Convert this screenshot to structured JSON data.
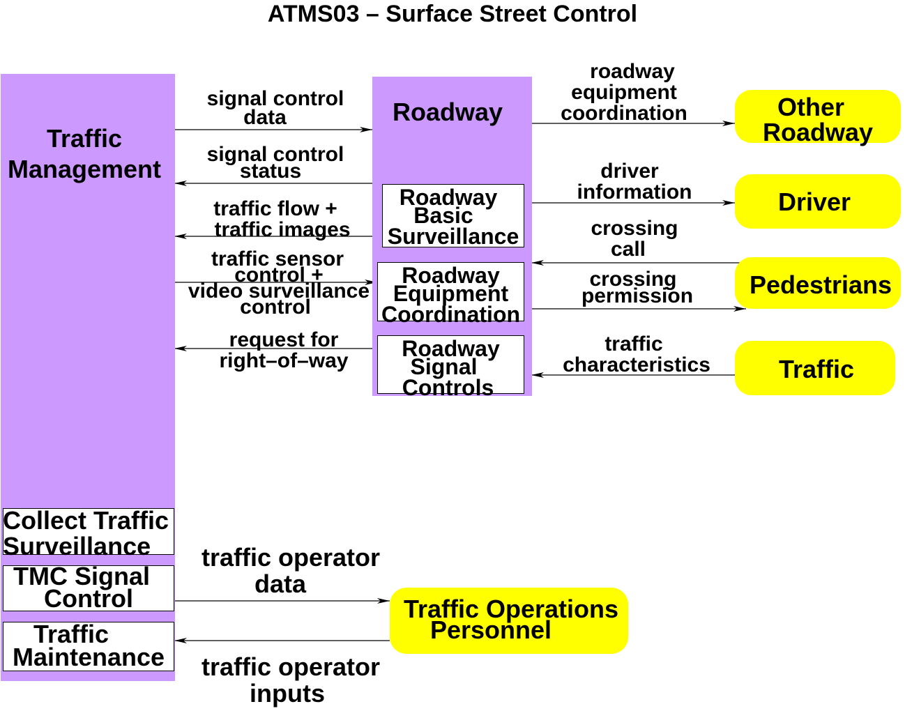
{
  "title": "ATMS03 – Surface Street Control",
  "colors": {
    "subsystem_fill": "#cc99ff",
    "terminator_fill": "#ffff00",
    "process_fill": "#ffffff",
    "line": "#000000"
  },
  "subsystems": {
    "traffic_management": [
      "Traffic",
      "Management"
    ],
    "roadway": "Roadway"
  },
  "processes": {
    "collect_traffic_surveillance": [
      "Collect Traffic",
      "Surveillance"
    ],
    "tmc_signal_control": [
      "TMC Signal",
      "Control"
    ],
    "traffic_maintenance": [
      "Traffic",
      "Maintenance"
    ],
    "roadway_basic_surveillance": [
      "Roadway",
      "Basic",
      "Surveillance"
    ],
    "roadway_equipment_coordination": [
      "Roadway",
      "Equipment",
      "Coordination"
    ],
    "roadway_signal_controls": [
      "Roadway",
      "Signal",
      "Controls"
    ]
  },
  "terminators": {
    "other_roadway": [
      "Other",
      "Roadway"
    ],
    "driver": "Driver",
    "pedestrians": "Pedestrians",
    "traffic": "Traffic",
    "traffic_operations_personnel": [
      "Traffic Operations",
      "Personnel"
    ]
  },
  "flows": {
    "signal_control_data": [
      "signal control",
      "data"
    ],
    "signal_control_status": [
      "signal control",
      "status"
    ],
    "traffic_flow_images": [
      "traffic flow +",
      "traffic images"
    ],
    "traffic_sensor_control": [
      "traffic sensor",
      "control +",
      "video surveillance",
      "control"
    ],
    "request_right_of_way": [
      "request for",
      "right–of–way"
    ],
    "roadway_equipment_coordination": [
      "roadway",
      "equipment",
      "coordination"
    ],
    "driver_information": [
      "driver",
      "information"
    ],
    "crossing_call": [
      "crossing",
      "call"
    ],
    "crossing_permission": [
      "crossing",
      "permission"
    ],
    "traffic_characteristics": [
      "traffic",
      "characteristics"
    ],
    "traffic_operator_data": [
      "traffic operator",
      "data"
    ],
    "traffic_operator_inputs": [
      "traffic operator",
      "inputs"
    ]
  }
}
